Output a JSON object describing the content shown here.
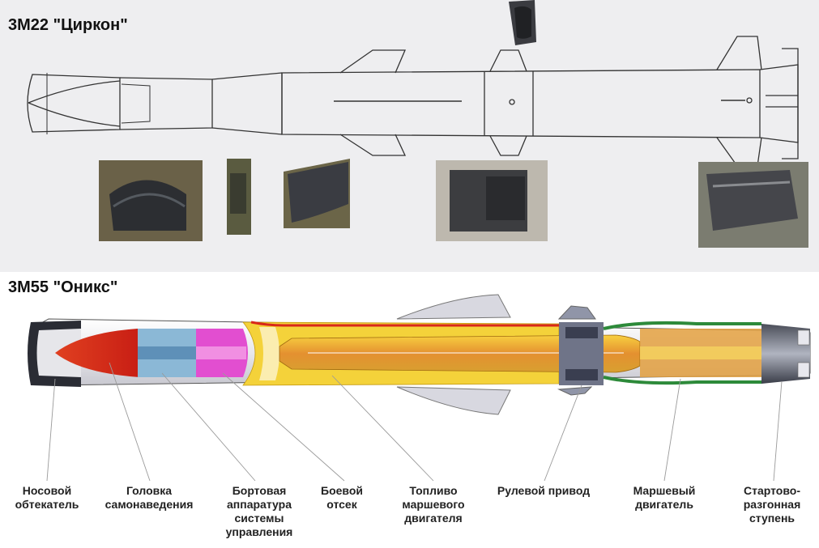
{
  "top_panel": {
    "title": "3М22 \"Циркон\""
  },
  "bottom_panel": {
    "title": "3М55 \"Оникс\"",
    "labels": [
      "Носовой\nобтекатель",
      "Головка\nсамонаведения",
      "Бортовая\nаппаратура\nсистемы\nуправления",
      "Боевой\nотсек",
      "Топливо\nмаршевого\nдвигателя",
      "Рулевой привод",
      "Маршевый\nдвигатель",
      "Стартово-\nразгонная\nступень"
    ]
  },
  "colors": {
    "nose_red": "#d8281a",
    "seeker_blue": "#7fb3d0",
    "control_magenta": "#d63ac4",
    "fuel_yellow": "#f0cc2a",
    "engine_orange": "#e8902a",
    "motor_green": "#2d8a3a"
  }
}
